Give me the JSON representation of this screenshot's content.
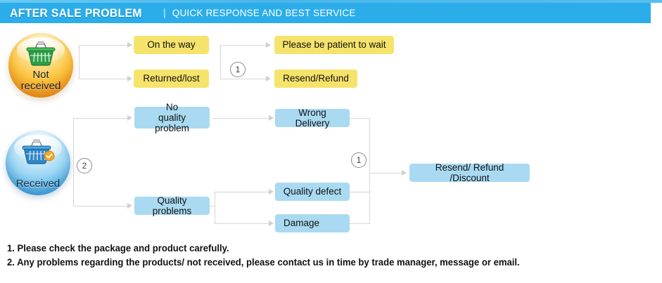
{
  "header": {
    "title": "AFTER SALE PROBLEM",
    "separator": "|",
    "subtitle": "QUICK RESPONSE AND BEST SERVICE",
    "bar_color": "#2badea"
  },
  "badges": [
    {
      "id": "not-received",
      "label_line1": "Not",
      "label_line2": "received",
      "icon": "shopping-basket-icon",
      "color": "#f0921f"
    },
    {
      "id": "received",
      "label_line1": "Received",
      "label_line2": "",
      "icon": "shopping-basket-check-icon",
      "color": "#4aa9e0"
    }
  ],
  "flow": {
    "yellow_color": "#f6e36b",
    "blue_color": "#a9daf2",
    "connector_color": "#d6d6d6",
    "not_received": {
      "stage1": [
        {
          "label": "On the way"
        },
        {
          "label": "Returned/lost"
        }
      ],
      "marker": "1",
      "stage2": [
        {
          "label": "Please be patient to wait"
        },
        {
          "label": "Resend/Refund"
        }
      ]
    },
    "received": {
      "marker_branch": "2",
      "stage1": [
        {
          "label_line1": "No",
          "label_line2": "quality problem"
        },
        {
          "label_line1": "Quality problems",
          "label_line2": ""
        }
      ],
      "stage2": [
        {
          "label": "Wrong Delivery"
        },
        {
          "label": "Quality defect"
        },
        {
          "label": "Damage"
        }
      ],
      "marker_collect": "1",
      "stage3": {
        "label": "Resend/ Refund /Discount"
      }
    }
  },
  "notes": [
    "1. Please check the package and product carefully.",
    "2. Any problems regarding the products/ not received, please contact us in time by trade manager, message or email."
  ]
}
